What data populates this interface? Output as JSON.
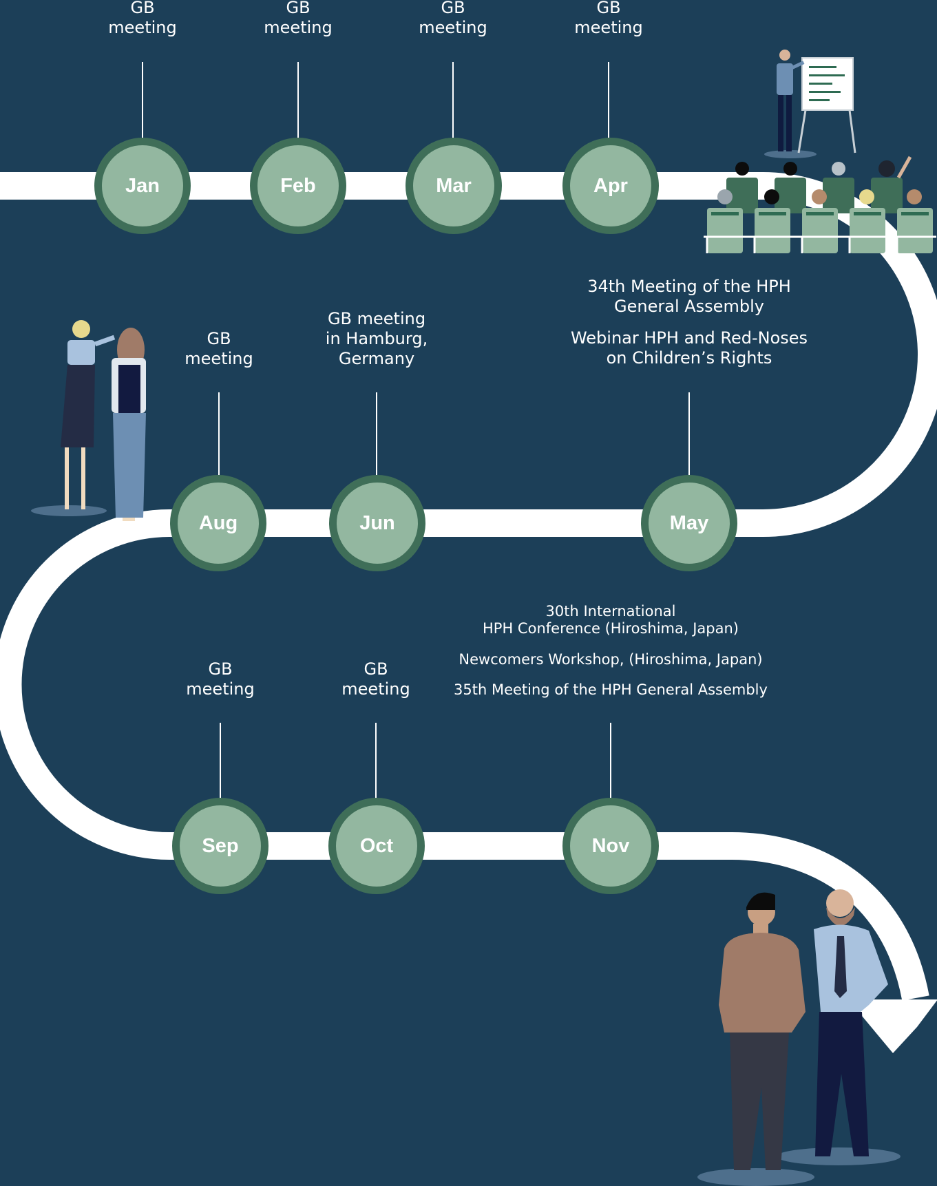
{
  "months": {
    "jan": "Jan",
    "feb": "Feb",
    "mar": "Mar",
    "apr": "Apr",
    "may": "May",
    "jun": "Jun",
    "aug": "Aug",
    "sep": "Sep",
    "oct": "Oct",
    "nov": "Nov"
  },
  "events": {
    "jan": [
      "GB",
      "meeting"
    ],
    "feb": [
      "GB",
      "meeting"
    ],
    "mar": [
      "GB",
      "meeting"
    ],
    "apr": [
      "GB",
      "meeting"
    ],
    "may": {
      "first": [
        "34th Meeting of the HPH",
        "General Assembly"
      ],
      "second": [
        "Webinar HPH and Red-Noses",
        "on Children’s Rights"
      ]
    },
    "jun": [
      "GB meeting",
      "in Hamburg,",
      "Germany"
    ],
    "aug": [
      "GB",
      "meeting"
    ],
    "sep": [
      "GB",
      "meeting"
    ],
    "oct": [
      "GB",
      "meeting"
    ],
    "nov": {
      "first": [
        "30th International",
        "HPH Conference (Hiroshima, Japan)"
      ],
      "second": [
        "Newcomers Workshop, (Hiroshima, Japan)"
      ],
      "third": [
        "35th Meeting of the HPH General Assembly"
      ]
    }
  },
  "colors": {
    "background": "#1c3f58",
    "track": "#ffffff",
    "node_fill": "#93b7a0",
    "node_ring": "#3f6e58",
    "text": "#ffffff"
  }
}
